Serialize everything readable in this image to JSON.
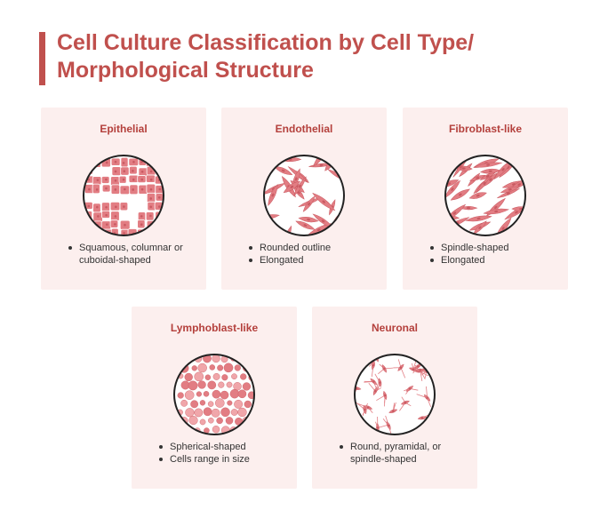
{
  "title": "Cell Culture Classification by Cell Type/ Morphological Structure",
  "colors": {
    "accent": "#c0504d",
    "card_bg": "#fcefee",
    "cell": "#e27d83",
    "cell_dark": "#c95a62"
  },
  "cards": [
    {
      "id": "epithelial",
      "title": "Epithelial",
      "icon": "epithelial-cells-icon",
      "bullets": [
        "Squamous, columnar or cuboidal-shaped"
      ]
    },
    {
      "id": "endothelial",
      "title": "Endothelial",
      "icon": "endothelial-cells-icon",
      "bullets": [
        "Rounded outline",
        "Elongated"
      ]
    },
    {
      "id": "fibroblast",
      "title": "Fibroblast-like",
      "icon": "fibroblast-cells-icon",
      "bullets": [
        "Spindle-shaped",
        "Elongated"
      ]
    },
    {
      "id": "lymphoblast",
      "title": "Lymphoblast-like",
      "icon": "lymphoblast-cells-icon",
      "bullets": [
        "Spherical-shaped",
        "Cells range in size"
      ]
    },
    {
      "id": "neuronal",
      "title": "Neuronal",
      "icon": "neuronal-cells-icon",
      "bullets": [
        "Round, pyramidal, or spindle-shaped"
      ]
    }
  ]
}
